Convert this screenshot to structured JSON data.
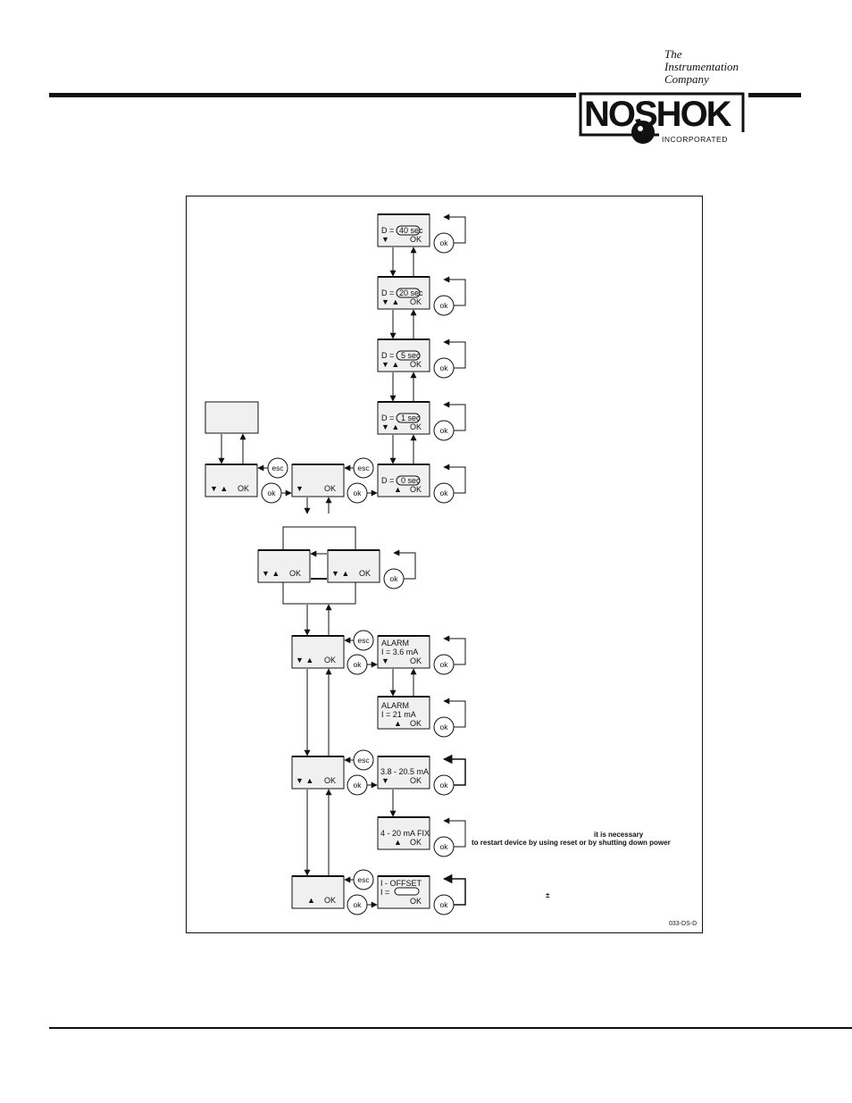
{
  "header": {
    "tagline": "The\nInstrumentation\nCompany",
    "logo": {
      "word": "NOSHOK",
      "sub": "INCORPORATED"
    }
  },
  "diagram": {
    "damping": [
      {
        "line1": "D =",
        "value": "40 sec",
        "keys": "▼",
        "ok": "OK"
      },
      {
        "line1": "D =",
        "value": "20 sec",
        "keys": "▼ ▲",
        "ok": "OK"
      },
      {
        "line1": "D =",
        "value": "5 sec",
        "keys": "▼ ▲",
        "ok": "OK"
      },
      {
        "line1": "D =",
        "value": "1 sec",
        "keys": "▼ ▲",
        "ok": "OK"
      },
      {
        "line1": "D =",
        "value": "0 sec",
        "keys": "▲",
        "ok": "OK"
      }
    ],
    "menu_left_keys": "▼ ▲",
    "menu_left_ok": "OK",
    "menu_mid_keys": "▼",
    "menu_mid_ok": "OK",
    "pair_left_keys": "▼ ▲",
    "pair_left_ok": "OK",
    "pair_right_keys": "▼ ▲",
    "pair_right_ok": "OK",
    "alarm_menu_keys": "▼ ▲",
    "alarm_menu_ok": "OK",
    "alarm1": {
      "line1": "ALARM",
      "line2": "I = 3.6 mA",
      "keys": "▼",
      "ok": "OK"
    },
    "alarm2": {
      "line1": "ALARM",
      "line2": "I = 21 mA",
      "keys": "▲",
      "ok": "OK"
    },
    "range_menu_keys": "▼ ▲",
    "range_menu_ok": "OK",
    "range1": {
      "line1": "3.8 - 20.5 mA",
      "keys": "▼",
      "ok": "OK"
    },
    "range2": {
      "line1": "4 - 20 mA FIX",
      "keys": "▲",
      "ok": "OK"
    },
    "offset_menu_keys": "▲",
    "offset_menu_ok": "OK",
    "offset": {
      "line1": "I - OFFSET",
      "line2": "I =",
      "ok": "OK"
    },
    "button_esc": "esc",
    "button_ok": "ok",
    "note_line1": "it is necessary",
    "note_line2": "to restart device by using reset or by shutting down power",
    "note_plusminus": "±",
    "figure_code": "033-DS-D"
  }
}
